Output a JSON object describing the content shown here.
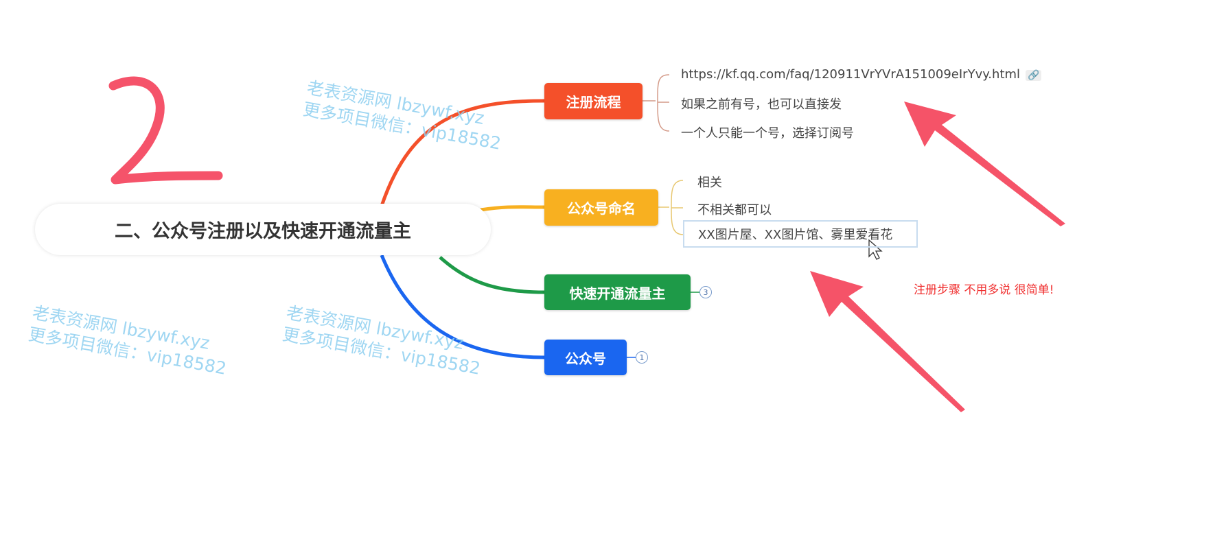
{
  "annotation": {
    "number": "2",
    "note": "注册步骤 不用多说  很简单!"
  },
  "mindmap": {
    "root": "二、公众号注册以及快速开通流量主",
    "branches": [
      {
        "label": "注册流程",
        "color": "#f4502a",
        "children": [
          "https://kf.qq.com/faq/120911VrYVrA151009eIrYvy.html",
          "如果之前有号，也可以直接发",
          "一个人只能一个号，选择订阅号"
        ]
      },
      {
        "label": "公众号命名",
        "color": "#f8b020",
        "children": [
          "相关",
          "不相关都可以",
          "XX图片屋、XX图片馆、雾里爱看花"
        ]
      },
      {
        "label": "快速开通流量主",
        "color": "#1e9a48",
        "collapsed_count": "3"
      },
      {
        "label": "公众号",
        "color": "#1a66f0",
        "collapsed_count": "1"
      }
    ]
  },
  "watermarks": [
    {
      "line1": "老表资源网  lbzywf.xyz",
      "line2": "更多项目微信：vip18582"
    },
    {
      "line1": "老表资源网  lbzywf.xyz",
      "line2": "更多项目微信：vip18582"
    },
    {
      "line1": "老表资源网  lbzywf.xyz",
      "line2": "更多项目微信：vip18582"
    }
  ]
}
